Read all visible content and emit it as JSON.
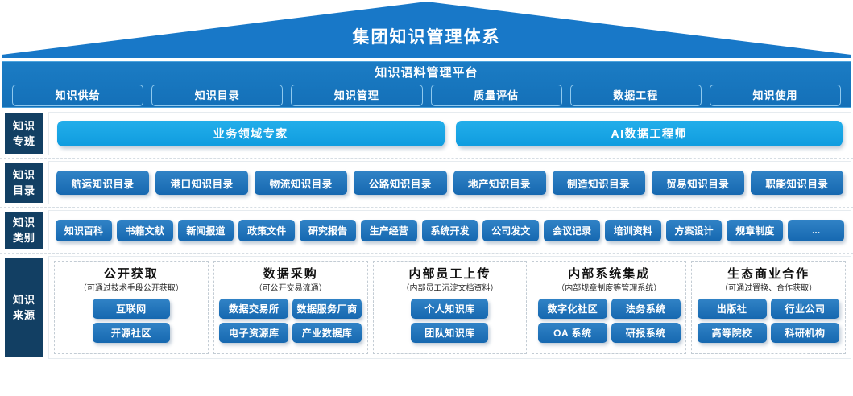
{
  "roof": {
    "title": "集团知识管理体系"
  },
  "platform": {
    "title": "知识语料管理平台",
    "buttons": [
      {
        "label": "知识供给"
      },
      {
        "label": "知识目录"
      },
      {
        "label": "知识管理"
      },
      {
        "label": "质量评估"
      },
      {
        "label": "数据工程"
      },
      {
        "label": "知识使用"
      }
    ]
  },
  "rows": {
    "expert": {
      "label_line1": "知识",
      "label_line2": "专班",
      "items": [
        {
          "label": "业务领域专家"
        },
        {
          "label": "AI数据工程师"
        }
      ]
    },
    "catalog": {
      "label_line1": "知识",
      "label_line2": "目录",
      "items": [
        {
          "label": "航运知识目录"
        },
        {
          "label": "港口知识目录"
        },
        {
          "label": "物流知识目录"
        },
        {
          "label": "公路知识目录"
        },
        {
          "label": "地产知识目录"
        },
        {
          "label": "制造知识目录"
        },
        {
          "label": "贸易知识目录"
        },
        {
          "label": "职能知识目录"
        }
      ]
    },
    "category": {
      "label_line1": "知识",
      "label_line2": "类别",
      "items": [
        {
          "label": "知识百科"
        },
        {
          "label": "书籍文献"
        },
        {
          "label": "新闻报道"
        },
        {
          "label": "政策文件"
        },
        {
          "label": "研究报告"
        },
        {
          "label": "生产经营"
        },
        {
          "label": "系统开发"
        },
        {
          "label": "公司发文"
        },
        {
          "label": "会议记录"
        },
        {
          "label": "培训资料"
        },
        {
          "label": "方案设计"
        },
        {
          "label": "规章制度"
        },
        {
          "label": "..."
        }
      ]
    },
    "source": {
      "label_line1": "知识",
      "label_line2": "来源",
      "cards": [
        {
          "title": "公开获取",
          "subtitle": "（可通过技术手段公开获取）",
          "columns": 1,
          "chips": [
            {
              "label": "互联网"
            },
            {
              "label": "开源社区"
            }
          ]
        },
        {
          "title": "数据采购",
          "subtitle": "（可公开交易流通）",
          "columns": 2,
          "chips": [
            {
              "label": "数据交易所"
            },
            {
              "label": "数据服务厂商"
            },
            {
              "label": "电子资源库"
            },
            {
              "label": "产业数据库"
            }
          ]
        },
        {
          "title": "内部员工上传",
          "subtitle": "（内部员工沉淀文档资料）",
          "columns": 1,
          "chips": [
            {
              "label": "个人知识库"
            },
            {
              "label": "团队知识库"
            }
          ]
        },
        {
          "title": "内部系统集成",
          "subtitle": "（内部规章制度等管理系统）",
          "columns": 2,
          "chips": [
            {
              "label": "数字化社区"
            },
            {
              "label": "法务系统"
            },
            {
              "label": "OA 系统"
            },
            {
              "label": "研报系统"
            }
          ]
        },
        {
          "title": "生态商业合作",
          "subtitle": "（可通过置换、合作获取）",
          "columns": 2,
          "chips": [
            {
              "label": "出版社"
            },
            {
              "label": "行业公司"
            },
            {
              "label": "高等院校"
            },
            {
              "label": "科研机构"
            }
          ]
        }
      ]
    }
  },
  "colors": {
    "roof": "#1878c8",
    "platform_bar": "#1470b8",
    "sidebar_label": "#123f63",
    "chip_blue": "#1668b0",
    "expert_cyan": "#0f9cdf"
  }
}
